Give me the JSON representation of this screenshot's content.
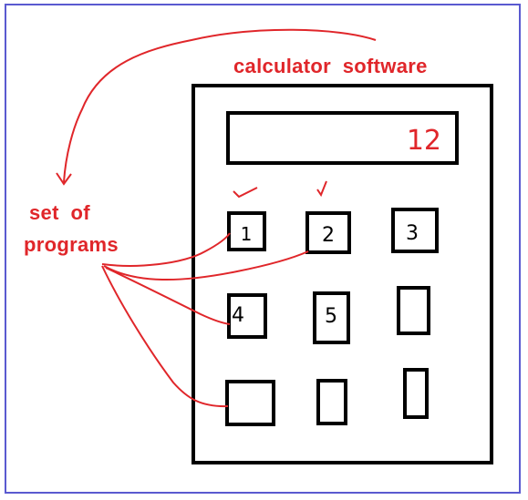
{
  "title": "calculator  software",
  "side_label": [
    "set  of",
    "programs"
  ],
  "display_value": "12",
  "keys": [
    "1",
    "2",
    "3",
    "4",
    "5",
    "",
    "",
    "",
    ""
  ],
  "colors": {
    "annotation": "#e0262a",
    "ink": "#000000",
    "border": "#5a5ad0"
  }
}
